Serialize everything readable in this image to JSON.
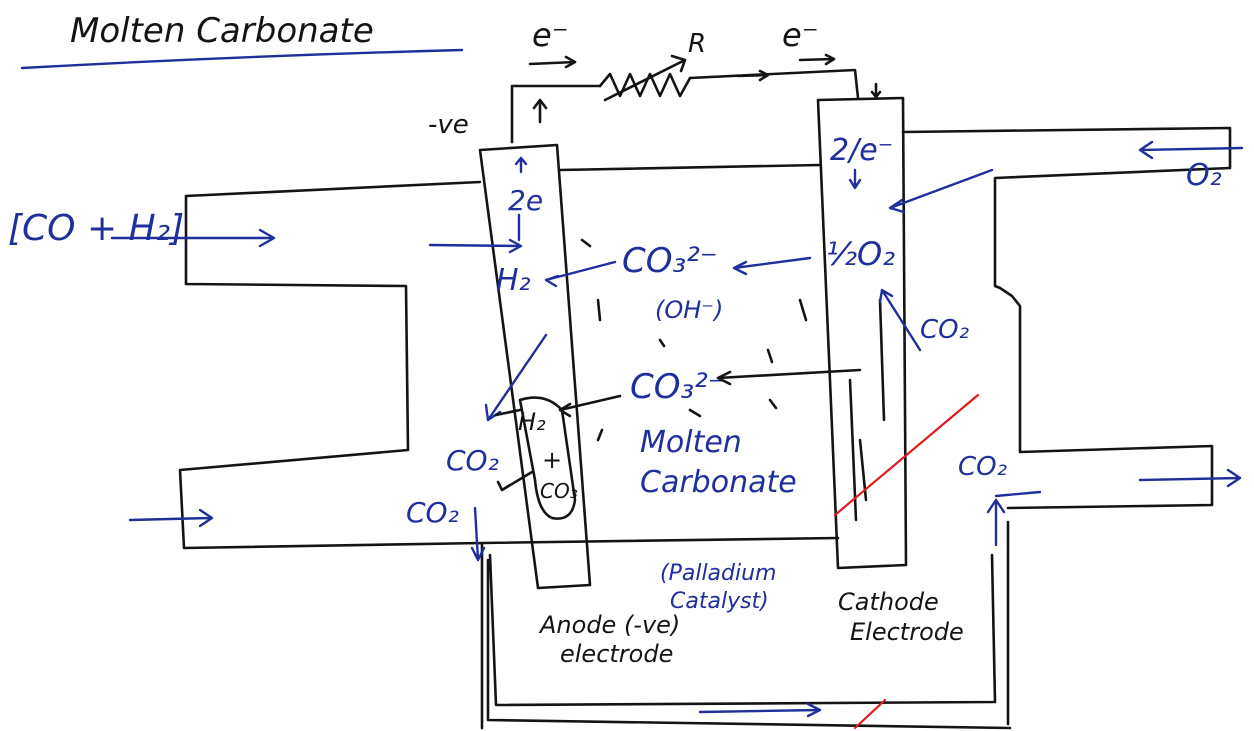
{
  "title": "Molten Carbonate",
  "colors": {
    "black_ink": "#141414",
    "blue_ink": "#1f2f9c",
    "red_ink": "#e01b1b",
    "paper": "#ffffff"
  },
  "circuit": {
    "electron_left": "e⁻",
    "electron_right": "e⁻",
    "resistor": "R",
    "negative_terminal": "-ve"
  },
  "anode_side": {
    "fuel_inlet": "[CO + H₂]",
    "electrons": "2e",
    "hydrogen": "H₂",
    "co2_upper": "CO₂",
    "co2_lower": "CO₂",
    "reaction_h2": "H₂",
    "reaction_plus": "+",
    "reaction_co3": "CO₃",
    "electrode_label_line1": "Anode (-ve)",
    "electrode_label_line2": "electrode"
  },
  "electrolyte": {
    "ion_upper": "CO₃²⁻",
    "ion_upper_note": "(OH⁻)",
    "ion_lower": "CO₃²⁻",
    "label_line1": "Molten",
    "label_line2": "Carbonate",
    "catalyst_line1": "(Palladium",
    "catalyst_line2": "Catalyst)"
  },
  "cathode_side": {
    "electrons": "2/e⁻",
    "half_o2": "½O₂",
    "co2_in": "CO₂",
    "oxygen_inlet": "O₂",
    "co2_outlet": "CO₂",
    "electrode_label_line1": "Cathode",
    "electrode_label_line2": "Electrode"
  }
}
